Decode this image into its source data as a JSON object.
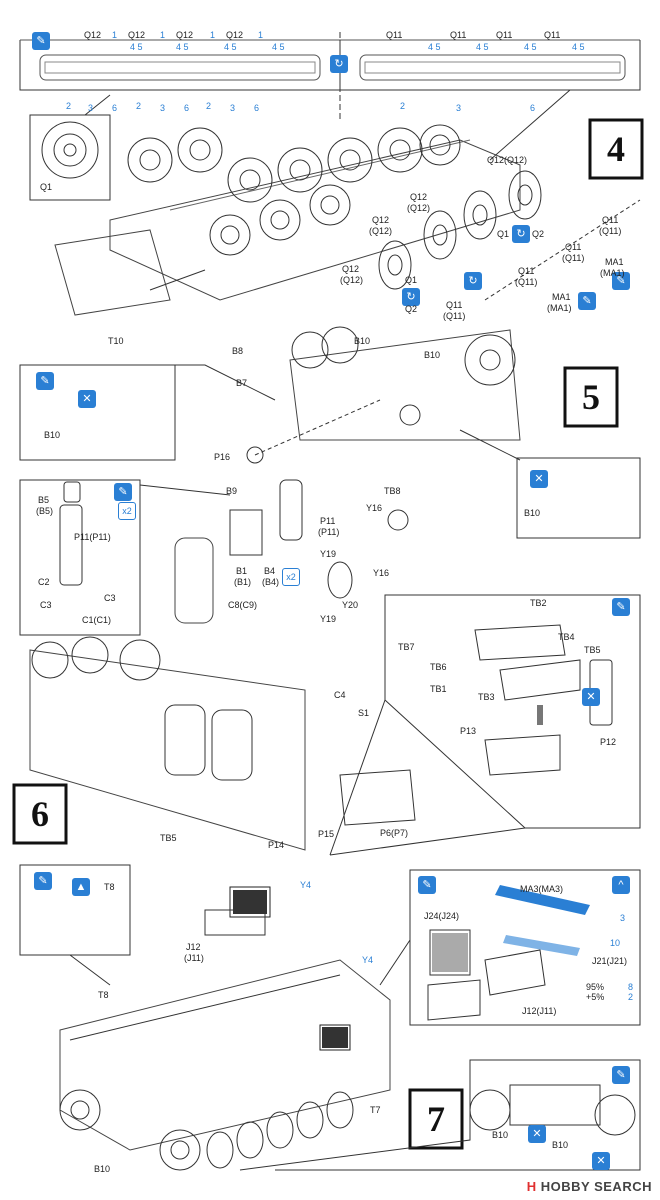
{
  "steps": [
    "4",
    "5",
    "6",
    "7"
  ],
  "watermark": {
    "brand_hobby": "HOBBY",
    "brand_search": "SEARCH",
    "prefix": "H"
  },
  "step4": {
    "top_left_parts": [
      "Q12",
      "Q12",
      "Q12",
      "Q12"
    ],
    "top_right_parts": [
      "Q11",
      "Q11",
      "Q11",
      "Q11"
    ],
    "numbers_45": "4 5",
    "bottom_numbers": [
      "2",
      "3",
      "6",
      "2",
      "3",
      "6",
      "2",
      "3",
      "6",
      "2",
      "3",
      "6"
    ],
    "top_num_1": "1",
    "inset_label": "Q1",
    "labels": {
      "q12a": "Q12(Q12)",
      "q12b": "Q12",
      "q12b2": "(Q12)",
      "q12c": "Q12",
      "q12c2": "(Q12)",
      "q12d": "Q12",
      "q12d2": "(Q12)",
      "q1a": "Q1",
      "q2a": "Q2",
      "q1b": "Q1",
      "q2b": "Q2",
      "q11a": "Q11",
      "q11a2": "(Q11)",
      "q11b": "Q11",
      "q11b2": "(Q11)",
      "q11c": "Q11",
      "q11c2": "(Q11)",
      "q11d": "Q11",
      "q11d2": "(Q11)",
      "ma1a": "MA1",
      "ma1a2": "(MA1)",
      "ma1b": "MA1",
      "ma1b2": "(MA1)",
      "t10": "T10"
    }
  },
  "step5": {
    "labels": {
      "b8": "B8",
      "b7": "B7",
      "b10a": "B10",
      "b10b": "B10",
      "b10c": "B10",
      "b10d": "B10",
      "p16": "P16",
      "b9": "B9",
      "tb8": "TB8",
      "y16a": "Y16",
      "y16b": "Y16",
      "p11": "P11",
      "p11b": "(P11)",
      "b1": "B1",
      "b1b": "(B1)",
      "b4": "B4",
      "b4b": "(B4)",
      "x2": "x2",
      "y19a": "Y19",
      "y20": "Y20",
      "y19b": "Y19",
      "c8": "C8(C9)",
      "b5": "B5",
      "b5b": "(B5)",
      "p11c": "P11(P11)",
      "c2": "C2",
      "c3a": "C3",
      "c3b": "C3",
      "c1": "C1(C1)",
      "x2b": "x2"
    }
  },
  "step6": {
    "labels": {
      "c4": "C4",
      "s1": "S1",
      "tb5": "TB5",
      "p15": "P15",
      "p14": "P14",
      "p6": "P6(P7)",
      "tb2": "TB2",
      "tb7": "TB7",
      "tb4": "TB4",
      "tb6": "TB6",
      "tb5b": "TB5",
      "tb1": "TB1",
      "tb3": "TB3",
      "p13": "P13",
      "p12": "P12"
    }
  },
  "step7": {
    "labels": {
      "t8a": "T8",
      "y4a": "Y4",
      "j12": "J12",
      "j11": "(J11)",
      "y4b": "Y4",
      "t8b": "T8",
      "t7": "T7",
      "b10a": "B10",
      "ma3": "MA3(MA3)",
      "j24": "J24(J24)",
      "j21": "J21(J21)",
      "p95": "95%",
      "p5": "+5%",
      "j12b": "J12(J11)",
      "b10b": "B10",
      "b10c": "B10",
      "h3": "3",
      "h10": "10",
      "h2": "2",
      "h8": "8"
    }
  },
  "colors": {
    "accent": "#2a7fd4",
    "line": "#333333",
    "brand_red": "#e03030"
  },
  "icons": [
    "paintbrush-icon",
    "glue-icon",
    "rotate-icon",
    "no-glue-icon",
    "cement-icon"
  ]
}
